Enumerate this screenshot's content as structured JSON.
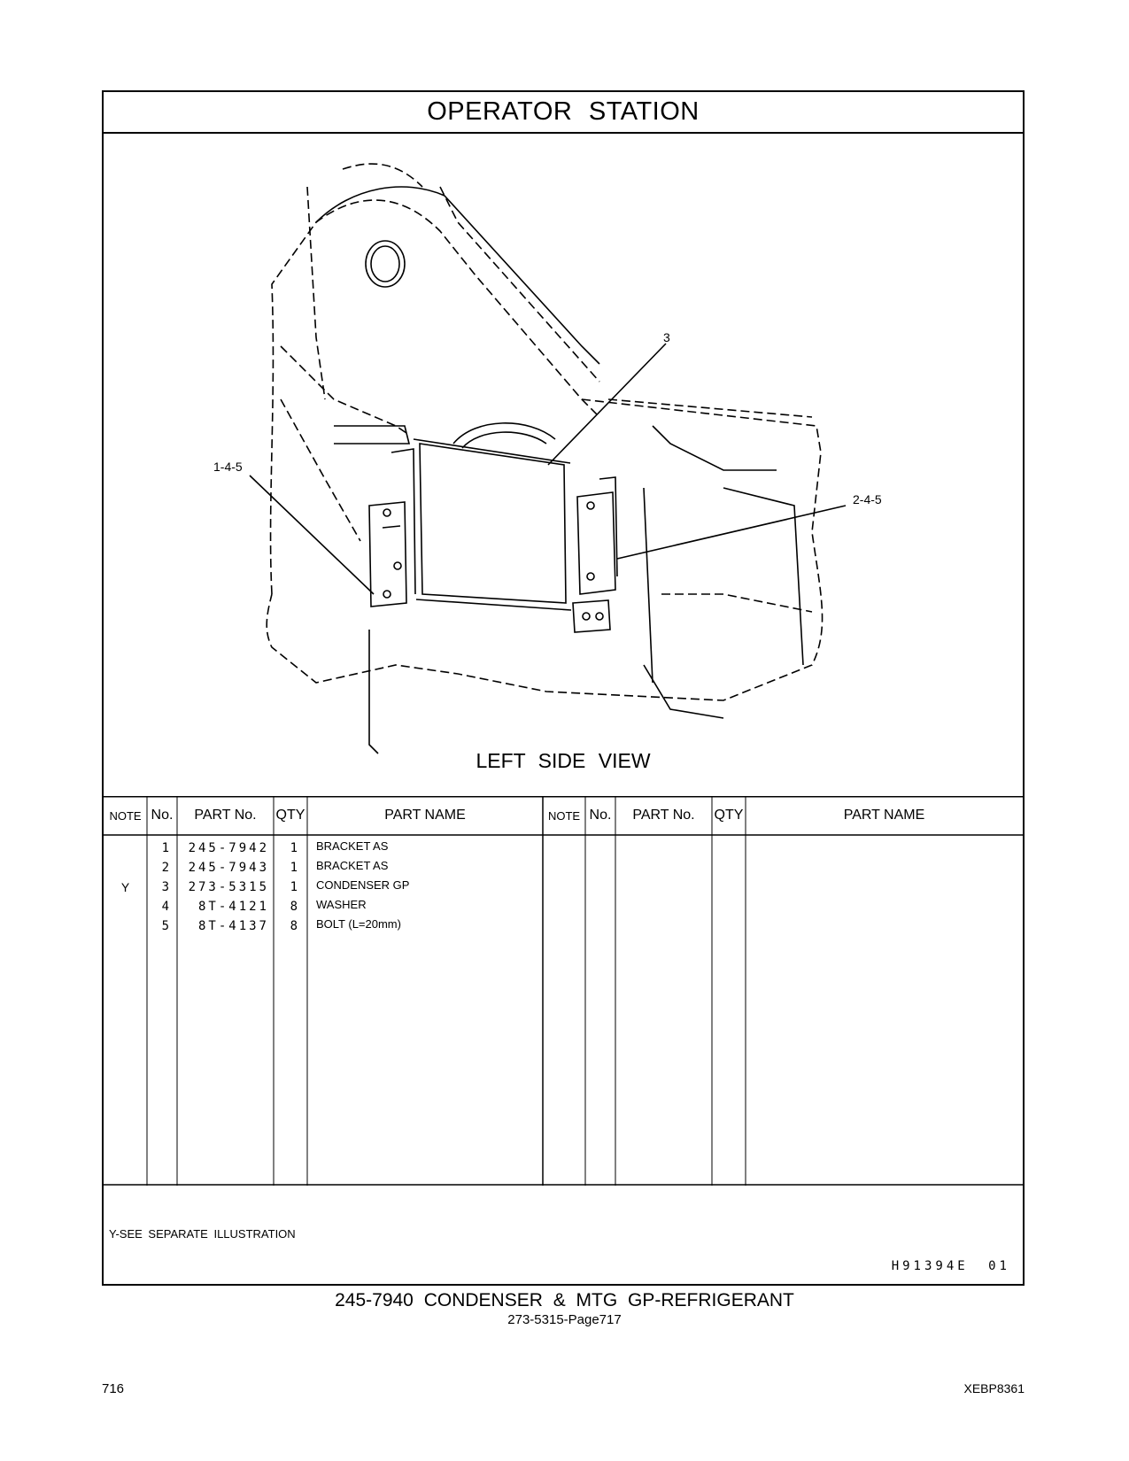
{
  "section_title": "OPERATOR STATION",
  "view_label": "LEFT SIDE VIEW",
  "callouts": [
    "1-4-5",
    "3",
    "2-4-5"
  ],
  "table": {
    "headers": [
      "NOTE",
      "No.",
      "PART No.",
      "QTY",
      "PART NAME"
    ],
    "rows": [
      {
        "note": "",
        "no": "1",
        "part_no": "245-7942",
        "qty": "1",
        "name": "BRACKET AS"
      },
      {
        "note": "",
        "no": "2",
        "part_no": "245-7943",
        "qty": "1",
        "name": "BRACKET AS"
      },
      {
        "note": "Y",
        "no": "3",
        "part_no": "273-5315",
        "qty": "1",
        "name": "CONDENSER GP"
      },
      {
        "note": "",
        "no": "4",
        "part_no": "8T-4121",
        "qty": "8",
        "name": "WASHER"
      },
      {
        "note": "",
        "no": "5",
        "part_no": "8T-4137",
        "qty": "8",
        "name": "BOLT (L=20mm)"
      }
    ]
  },
  "footnote": "Y-SEE SEPARATE ILLUSTRATION",
  "ref_code": "H91394E 01",
  "caption": "245-7940 CONDENSER & MTG GP-REFRIGERANT",
  "subcaption": "273-5315-Page717",
  "page_number": "716",
  "doc_code": "XEBP8361"
}
